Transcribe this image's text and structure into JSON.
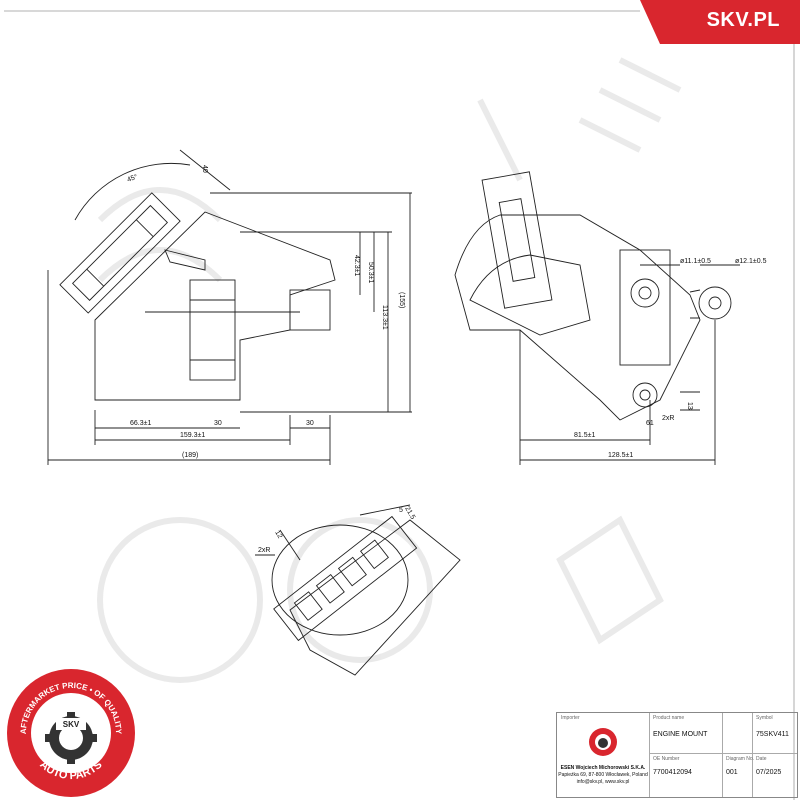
{
  "brand": {
    "name": "SKV.PL",
    "color": "#d9262e"
  },
  "seal": {
    "top_text": "AFTERMARKET PRICE • OF QUALITY",
    "bottom_text": "AUTO PARTS",
    "center_text": "SKV",
    "color": "#d9262e"
  },
  "view_side": {
    "angle": "45°",
    "d40": "40",
    "h42": "42.3±1",
    "h50": "50.3±1",
    "h113": "113.3±1",
    "h155": "(155)",
    "w66": "66.3±1",
    "w30a": "30",
    "w30b": "30",
    "w159": "159.3±1",
    "w189": "(189)"
  },
  "view_front": {
    "d11": "ø11.1±0.5",
    "d12": "ø12.1±0.5",
    "v13": "13",
    "r2x": "2xR",
    "v61": "61",
    "w81": "81.5±1",
    "w128": "128.5±1"
  },
  "view_top": {
    "d21": "21.5",
    "d5": "5",
    "d12": "12",
    "r2x": "2xR"
  },
  "title_block": {
    "importer_label": "Importer",
    "company": "ESEN Wojciech Michorowski S.K.A.",
    "address": "Papieżka 69, 87-800 Włocławek, Poland",
    "contact": "info@skv.pl, www.skv.pl",
    "product_label": "Product name",
    "product_value": "ENGINE MOUNT",
    "symbol_label": "Symbol",
    "symbol_value": "75SKV411",
    "oe_label": "OE Number",
    "oe_value": "7700412094",
    "diagram_label": "Diagram No.",
    "diagram_value": "001",
    "date_label": "Date",
    "date_value": "07/2025"
  }
}
